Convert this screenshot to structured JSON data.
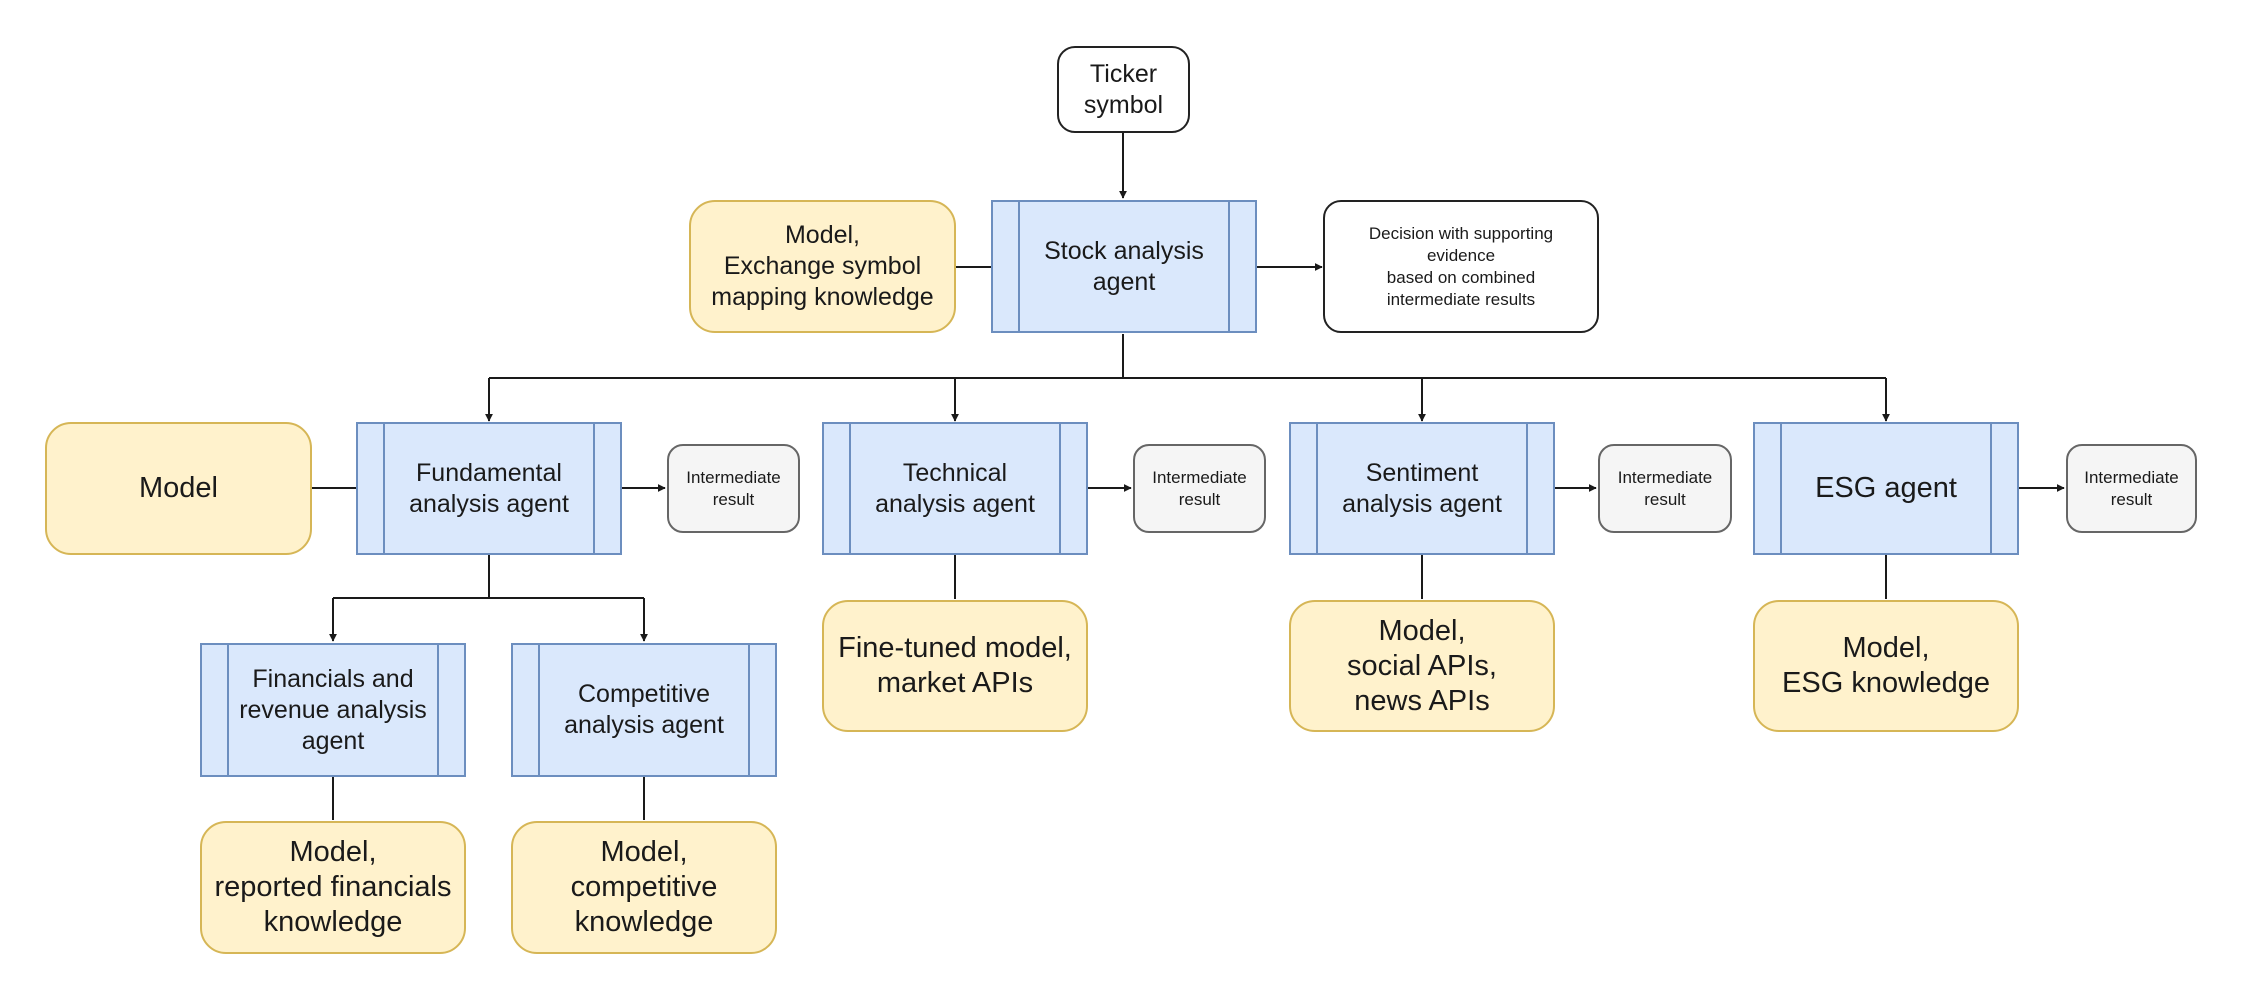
{
  "diagram": {
    "ticker": [
      "Ticker",
      "symbol"
    ],
    "stock_agent": [
      "Stock analysis",
      "agent"
    ],
    "stock_resources": [
      "Model,",
      "Exchange symbol",
      "mapping knowledge"
    ],
    "decision": [
      "Decision with supporting",
      "evidence",
      "based on combined",
      "intermediate results"
    ],
    "fundamental_agent": [
      "Fundamental",
      "analysis agent"
    ],
    "fundamental_resources": [
      "Model"
    ],
    "fundamental_result": [
      "Intermediate",
      "result"
    ],
    "technical_agent": [
      "Technical",
      "analysis agent"
    ],
    "technical_resources": [
      "Fine-tuned model,",
      "market APIs"
    ],
    "technical_result": [
      "Intermediate",
      "result"
    ],
    "sentiment_agent": [
      "Sentiment",
      "analysis agent"
    ],
    "sentiment_resources": [
      "Model,",
      "social APIs,",
      "news APIs"
    ],
    "sentiment_result": [
      "Intermediate",
      "result"
    ],
    "esg_agent": [
      "ESG agent"
    ],
    "esg_resources": [
      "Model,",
      "ESG knowledge"
    ],
    "esg_result": [
      "Intermediate",
      "result"
    ],
    "financials_agent": [
      "Financials and",
      "revenue analysis",
      "agent"
    ],
    "financials_resources": [
      "Model,",
      "reported financials",
      "knowledge"
    ],
    "competitive_agent": [
      "Competitive",
      "analysis agent"
    ],
    "competitive_resources": [
      "Model,",
      "competitive",
      "knowledge"
    ]
  },
  "colors": {
    "agent_fill": "#dae8fc",
    "agent_stroke": "#6c8ebf",
    "resource_fill": "#fff2cc",
    "resource_stroke": "#d6b656",
    "result_fill": "#f5f5f5",
    "result_stroke": "#666666",
    "edge": "#1a1a1a"
  }
}
